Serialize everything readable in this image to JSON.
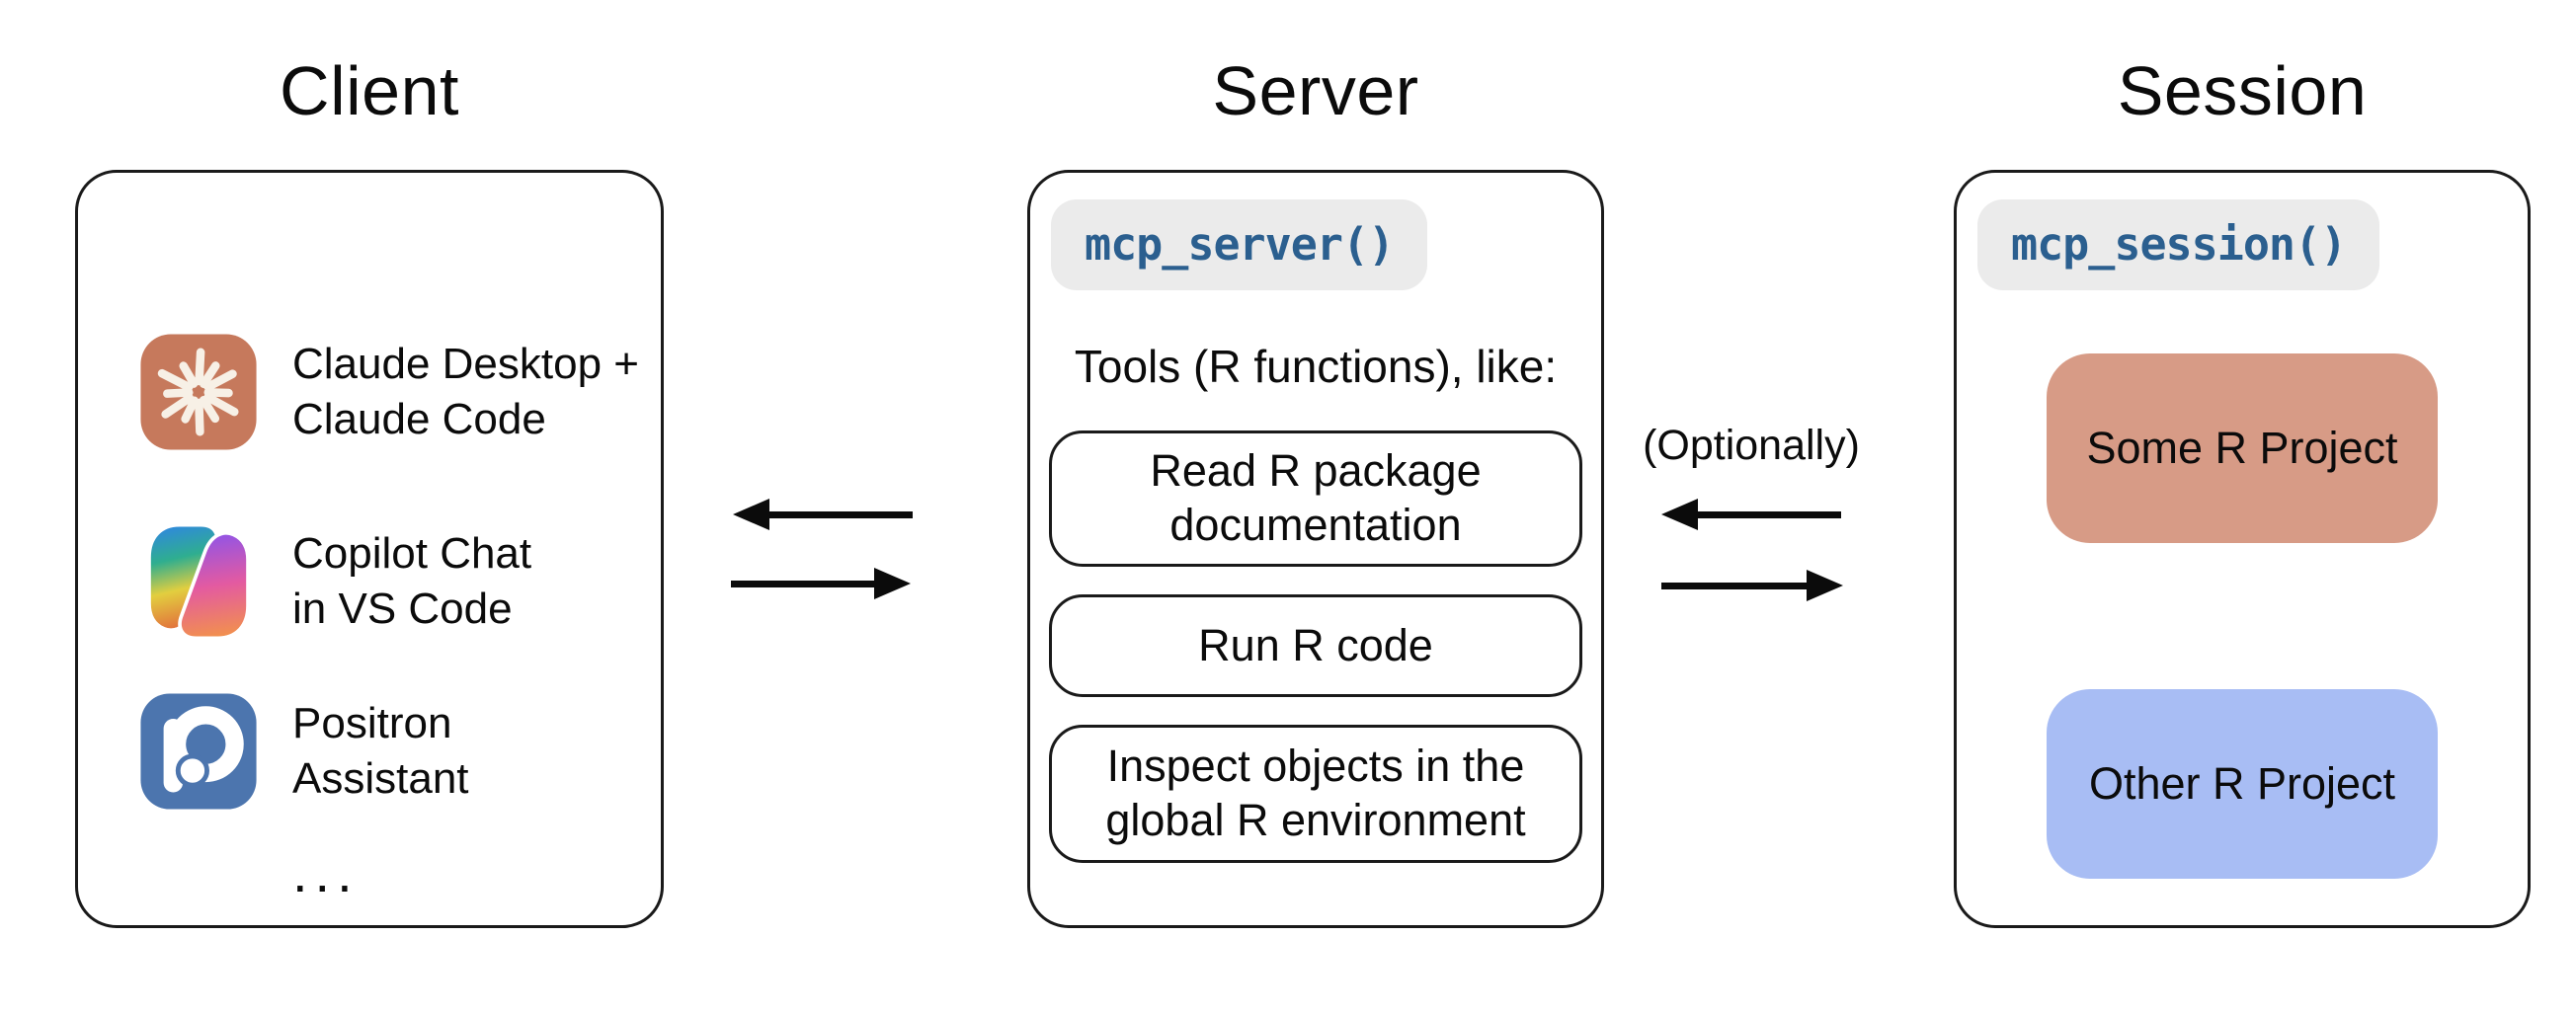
{
  "client": {
    "title": "Client",
    "items": [
      {
        "icon": "claude-icon",
        "line1": "Claude Desktop +",
        "line2": "Claude Code"
      },
      {
        "icon": "copilot-icon",
        "line1": "Copilot Chat",
        "line2": "in VS Code"
      },
      {
        "icon": "positron-icon",
        "line1": "Positron",
        "line2": "Assistant"
      }
    ],
    "ellipsis": "..."
  },
  "server": {
    "title": "Server",
    "code_label": "mcp_server()",
    "tools_heading": "Tools (R functions), like:",
    "tools": [
      "Read R package documentation",
      "Run R code",
      "Inspect objects in the global R environment"
    ]
  },
  "session": {
    "title": "Session",
    "code_label": "mcp_session()",
    "projects": [
      {
        "label": "Some R Project",
        "color": "#d79b86"
      },
      {
        "label": "Other R Project",
        "color": "#a8bdf4"
      }
    ]
  },
  "connections": {
    "optionally_label": "(Optionally)"
  },
  "colors": {
    "code_text": "#2b5f8f",
    "code_pill_bg": "#ebebeb",
    "box_border": "#1a1a1a",
    "claude_icon_bg": "#c6795c",
    "claude_spark": "#f7f0e6",
    "positron_icon_bg": "#4c75ae",
    "some_project_bg": "#d79b86",
    "other_project_bg": "#a8bdf4",
    "arrow": "#0b0b0b"
  }
}
